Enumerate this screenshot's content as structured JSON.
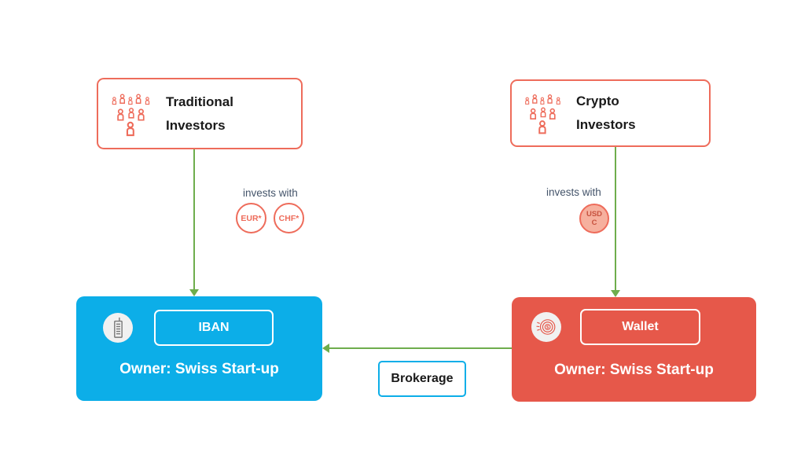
{
  "colors": {
    "coral": "#ee6c5b",
    "coral-fill": "#f6b09e",
    "coral-text": "#c7523f",
    "blue": "#0caee8",
    "red": "#e6584a",
    "green": "#6ead4c",
    "slate": "#44546a",
    "ink": "#1a1a1a",
    "icon-gray": "#777777"
  },
  "nodes": {
    "traditional_investors": {
      "line1": "Traditional",
      "line2": "Investors",
      "icon": "crowd-icon"
    },
    "crypto_investors": {
      "line1": "Crypto",
      "line2": "Investors",
      "icon": "crowd-icon"
    },
    "iban_account": {
      "badge": "IBAN",
      "owner": "Owner: Swiss Start-up",
      "icon": "building-icon"
    },
    "wallet_account": {
      "badge": "Wallet",
      "owner": "Owner: Swiss Start-up",
      "icon": "coin-icon"
    },
    "brokerage": {
      "label": "Brokerage"
    }
  },
  "annotations": {
    "left_invests_with": "invests with",
    "right_invests_with": "invests with",
    "left_currencies": [
      "EUR*",
      "CHF*"
    ],
    "right_currency": {
      "line1": "USD",
      "line2": "C"
    }
  }
}
